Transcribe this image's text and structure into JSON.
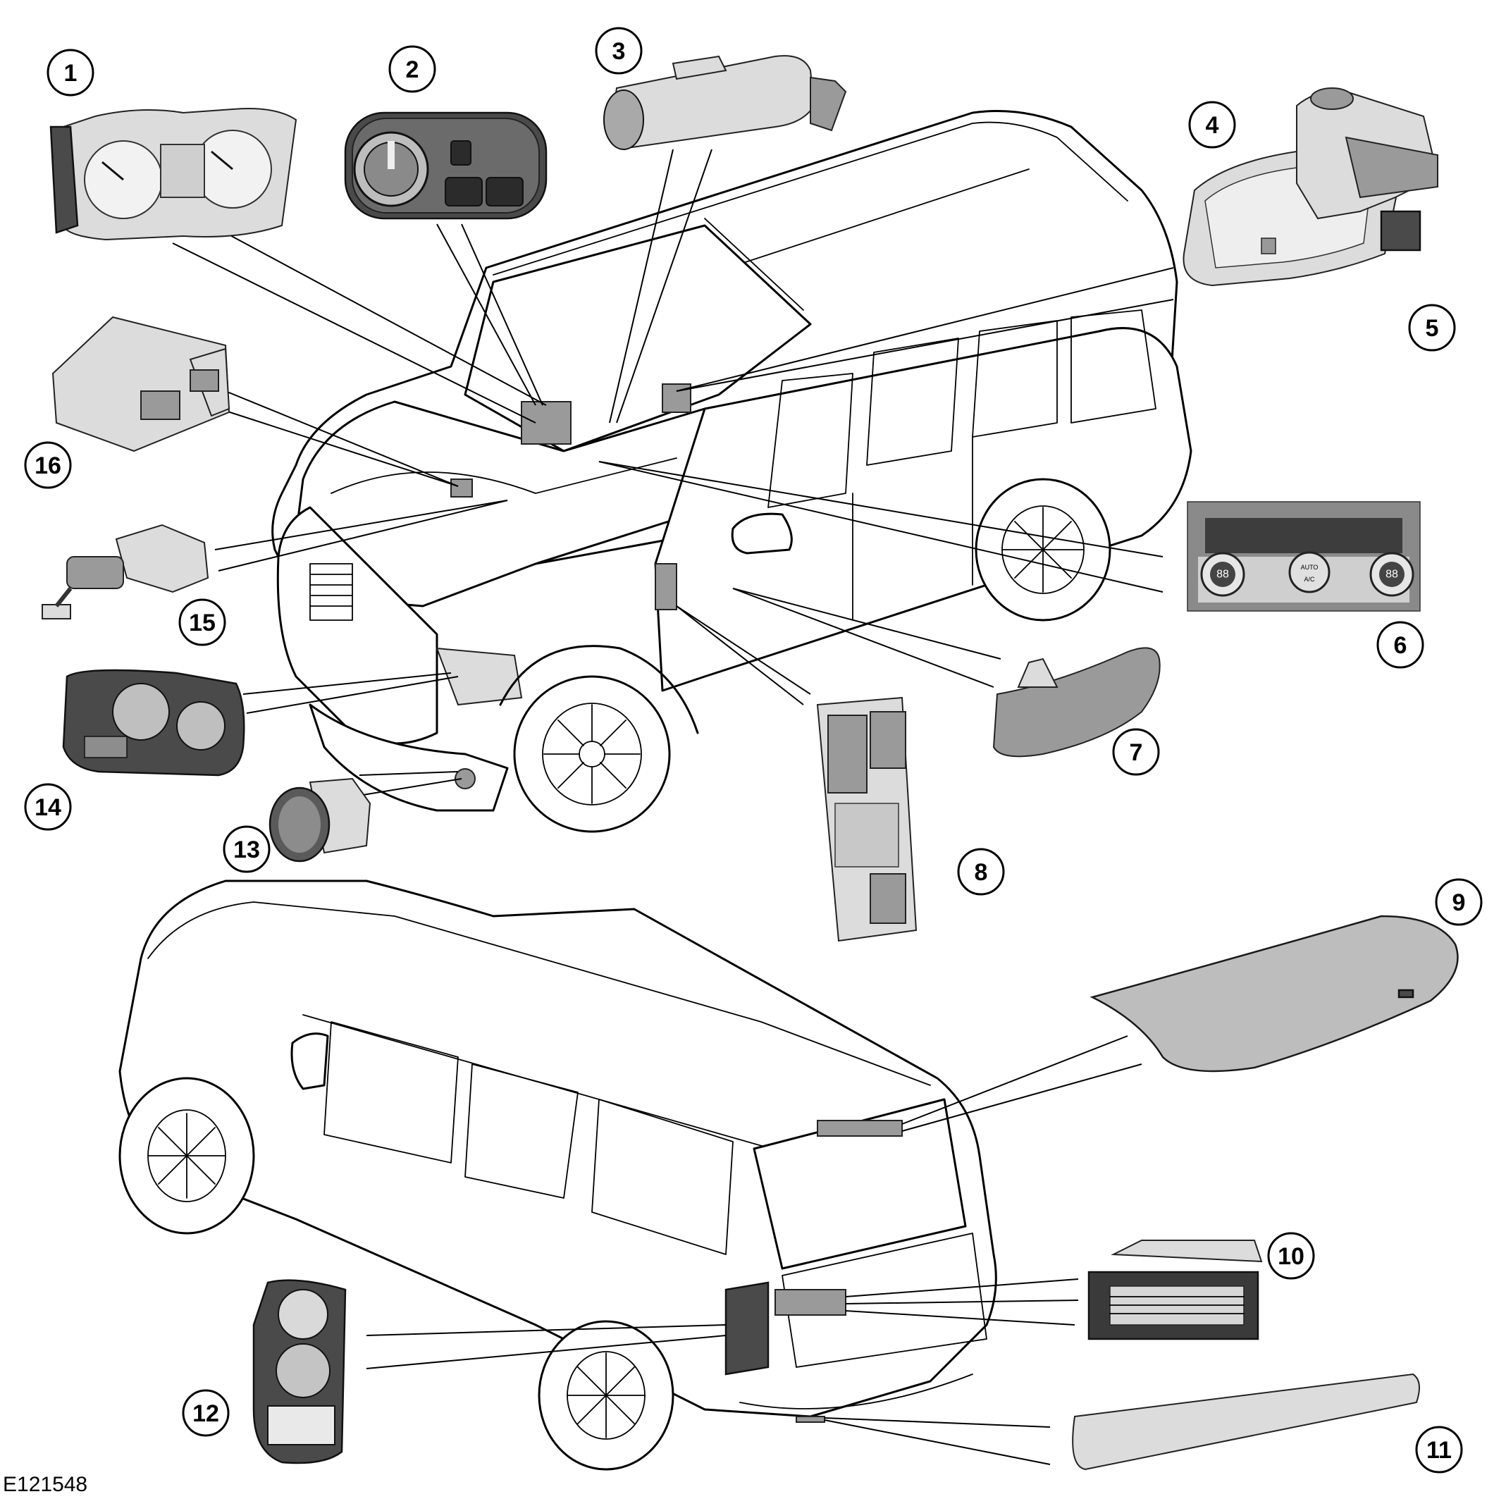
{
  "figure_ref": "E121548",
  "callouts": [
    {
      "id": 1,
      "label": "1"
    },
    {
      "id": 2,
      "label": "2"
    },
    {
      "id": 3,
      "label": "3"
    },
    {
      "id": 4,
      "label": "4"
    },
    {
      "id": 5,
      "label": "5"
    },
    {
      "id": 6,
      "label": "6"
    },
    {
      "id": 7,
      "label": "7"
    },
    {
      "id": 8,
      "label": "8"
    },
    {
      "id": 9,
      "label": "9"
    },
    {
      "id": 10,
      "label": "10"
    },
    {
      "id": 11,
      "label": "11"
    },
    {
      "id": 12,
      "label": "12"
    },
    {
      "id": 13,
      "label": "13"
    },
    {
      "id": 14,
      "label": "14"
    },
    {
      "id": 15,
      "label": "15"
    },
    {
      "id": 16,
      "label": "16"
    }
  ],
  "climate_panel": {
    "left_temp": "88",
    "right_temp": "88",
    "auto": "AUTO",
    "ac": "A/C"
  }
}
